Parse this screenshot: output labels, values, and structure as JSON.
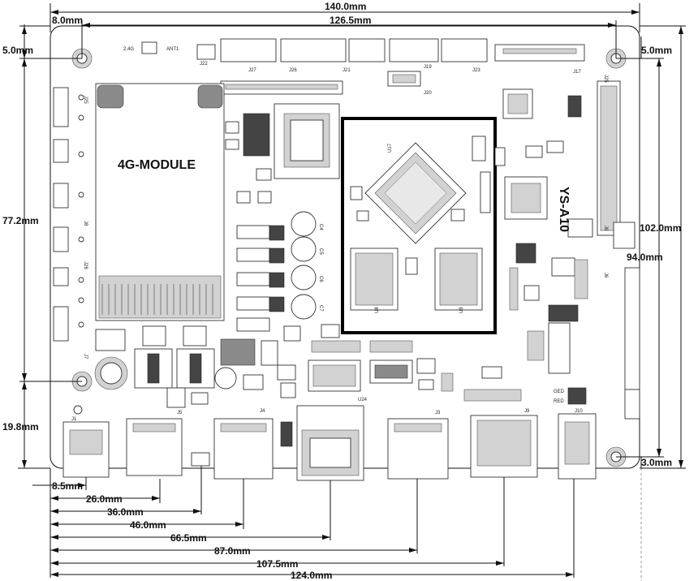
{
  "board": {
    "model_label": "YS-A10",
    "module_label": "4G-MODULE",
    "antenna_labels": [
      "2.4G",
      "ANT1"
    ],
    "chip_labels": [
      "U17",
      "U8",
      "U9",
      "U24"
    ],
    "cap_labels": [
      "C4",
      "C5",
      "C6",
      "C7"
    ],
    "led_labels": [
      "GED",
      "RED"
    ],
    "connector_labels": [
      "J22",
      "J27",
      "J26",
      "J21",
      "J19",
      "J20",
      "J23",
      "J17",
      "J25",
      "J1",
      "J5",
      "J4",
      "J3",
      "J9",
      "J10",
      "J2",
      "J7",
      "J8",
      "J6",
      "J28"
    ]
  },
  "dimensions": {
    "top_total": "140.0mm",
    "top_hole_spacing": "126.5mm",
    "top_left_offset": "8.0mm",
    "left_top_offset": "5.0mm",
    "right_top_offset": "5.0mm",
    "left_hole_spacing": "77.2mm",
    "left_lower": "19.8mm",
    "right_total": "102.0mm",
    "right_hole_spacing": "94.0mm",
    "right_bottom_offset": "3.0mm",
    "bottom": [
      "8.5mm",
      "26.0mm",
      "36.0mm",
      "46.0mm",
      "66.5mm",
      "87.0mm",
      "107.5mm",
      "124.0mm"
    ]
  },
  "colors": {
    "line": "#111111",
    "board": "#ffffff",
    "highlight": "#000000"
  }
}
